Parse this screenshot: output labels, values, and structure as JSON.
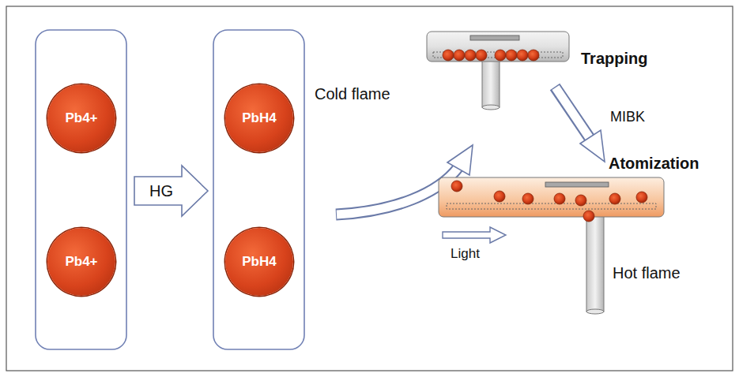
{
  "diagram": {
    "nodes": [
      {
        "text": [
          "Pb4+"
        ]
      },
      {
        "text": [
          "Pb4+"
        ]
      },
      {
        "text": [
          "PbH4"
        ]
      },
      {
        "text": [
          "PbH4"
        ]
      }
    ],
    "labels": [
      "HG",
      "Trapping",
      "Cold flame",
      "MIBK",
      "Atomization",
      "Light",
      "Hot flame"
    ]
  }
}
